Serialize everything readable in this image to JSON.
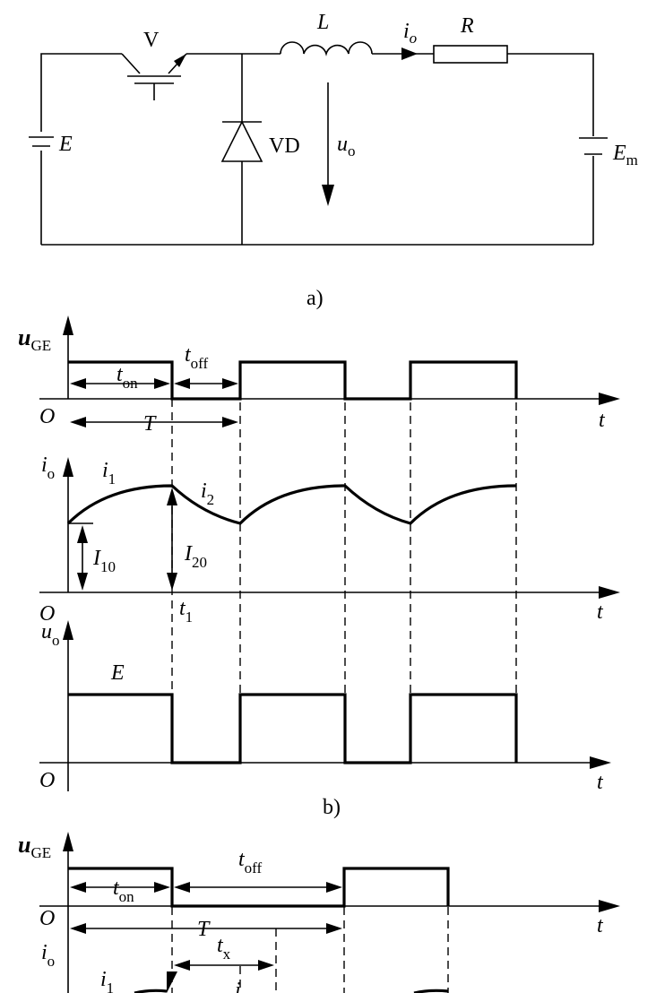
{
  "circuit": {
    "transistor": "V",
    "inductor": "L",
    "current_sym": "i",
    "current_sub": "o",
    "resistor": "R",
    "source": "E",
    "diode": "VD",
    "voltage_sym": "u",
    "voltage_sub": "o",
    "back_emf_sym": "E",
    "back_emf_sub": "m"
  },
  "captions": {
    "a": "a)",
    "b": "b)"
  },
  "axes": {
    "uge_sym": "u",
    "uge_sub": "GE",
    "io_sym": "i",
    "io_sub": "o",
    "uo_sym": "u",
    "uo_sub": "o",
    "origin": "O",
    "time": "t"
  },
  "waveforms_b": {
    "ton_sym": "t",
    "ton_sub": "on",
    "toff_sym": "t",
    "toff_sub": "off",
    "period": "T",
    "i1_sym": "i",
    "i1_sub": "1",
    "i2_sym": "i",
    "i2_sub": "2",
    "I10_sym": "I",
    "I10_sub": "10",
    "I20_sym": "I",
    "I20_sub": "20",
    "t1_sym": "t",
    "t1_sub": "1",
    "E_level": "E"
  },
  "waveforms_c": {
    "ton_sym": "t",
    "ton_sub": "on",
    "toff_sym": "t",
    "toff_sub": "off",
    "period": "T",
    "tx_sym": "t",
    "tx_sub": "x",
    "i1_sym": "i",
    "i1_sub": "1",
    "i2_sym": "i"
  }
}
